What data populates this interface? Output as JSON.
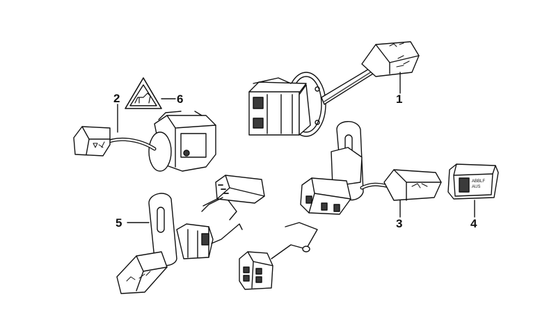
{
  "diagram": {
    "description_type": "exploded parts diagram",
    "callouts": [
      {
        "id": "c1",
        "label": "1"
      },
      {
        "id": "c2",
        "label": "2"
      },
      {
        "id": "c3",
        "label": "3"
      },
      {
        "id": "c4",
        "label": "4"
      },
      {
        "id": "c5",
        "label": "5"
      },
      {
        "id": "c6",
        "label": "6"
      }
    ],
    "part_markings": {
      "switch_4_line1": "ABBLF",
      "switch_4_line2": "AUS"
    }
  },
  "colors": {
    "ink": "#111111",
    "paper": "#ffffff",
    "shade": "#3a3a3a",
    "light": "#e6e6e6"
  }
}
